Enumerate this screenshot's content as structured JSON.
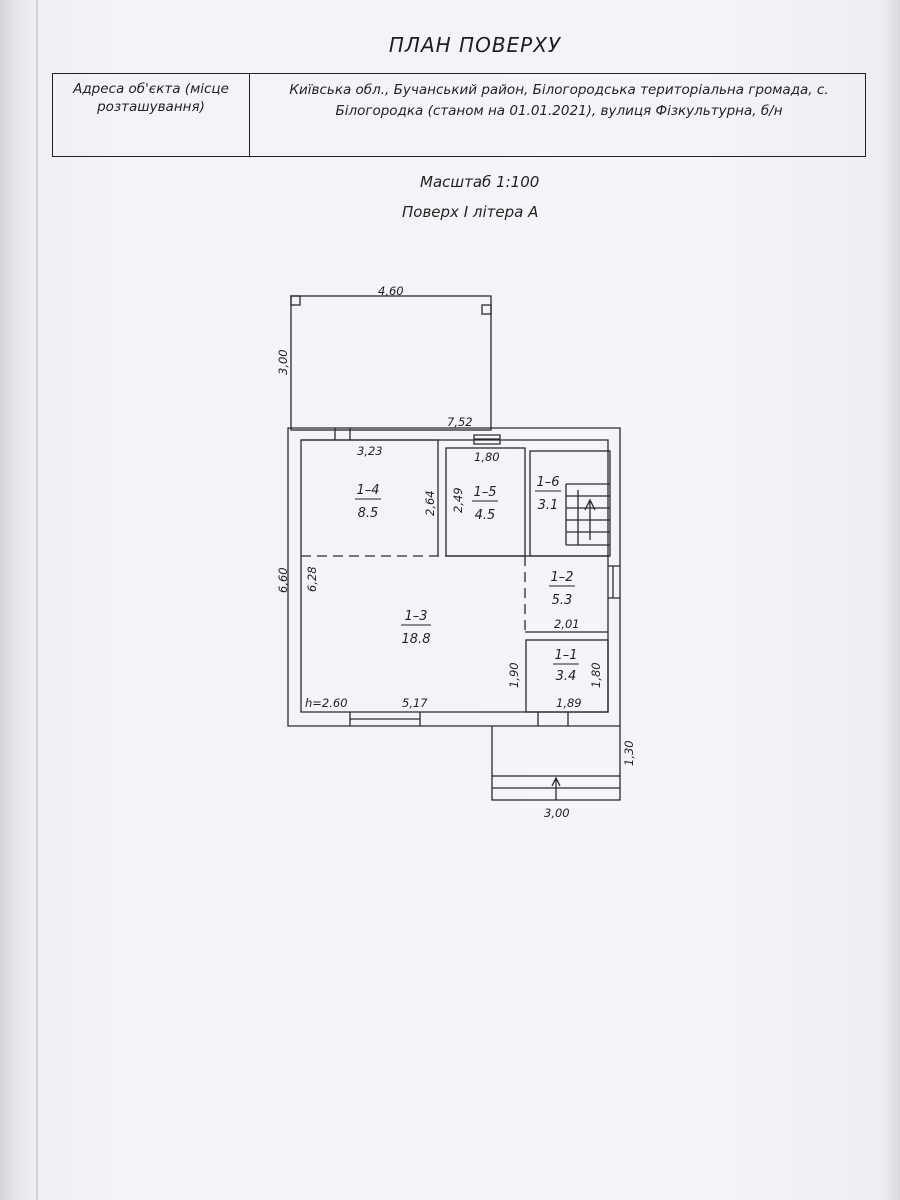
{
  "doc": {
    "title": "ПЛАН ПОВЕРХУ",
    "address_label": "Адреса об'єкта (місце розташування)",
    "address_value": "Київська обл., Бучанський район, Білогородська територіальна громада, с. Білогородка (станом на 01.01.2021), вулиця Фізкультурна, б/н",
    "scale": "Масштаб 1:100",
    "floor": "Поверх I літера А"
  },
  "plan": {
    "dims": {
      "top_width": "4,60",
      "left_upper": "3,00",
      "overall_width": "7,52",
      "overall_height": "6,60",
      "height_note": "h=2.60",
      "porch_width": "3,00",
      "porch_depth": "1,30",
      "d_323": "3,23",
      "d_180_top": "1,80",
      "d_264": "2,64",
      "d_249": "2,49",
      "d_628": "6,28",
      "d_201": "2,01",
      "d_190": "1,90",
      "d_180_side": "1,80",
      "d_517": "5,17",
      "d_189": "1,89"
    },
    "rooms": [
      {
        "id": "1–4",
        "area": "8.5"
      },
      {
        "id": "1–5",
        "area": "4.5"
      },
      {
        "id": "1–6",
        "area": "3.1"
      },
      {
        "id": "1–2",
        "area": "5.3"
      },
      {
        "id": "1–3",
        "area": "18.8"
      },
      {
        "id": "1–1",
        "area": "3.4"
      }
    ]
  }
}
